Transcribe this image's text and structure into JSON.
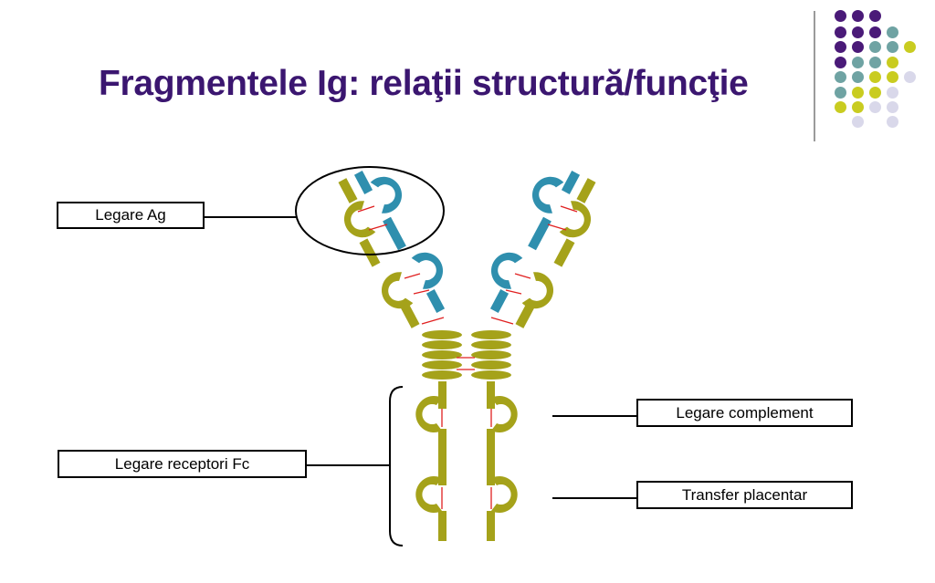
{
  "slide": {
    "title": "Fragmentele Ig: relaţii structură/funcţie"
  },
  "labels": {
    "antigen_binding": "Legare Ag",
    "fc_receptor_binding": "Legare receptori Fc",
    "complement_binding": "Legare complement",
    "placental_transfer": "Transfer placentar"
  },
  "colors": {
    "title": "#3b1670",
    "heavy_chain": "#a5a21a",
    "light_chain": "#2f8fae",
    "disulfide_bond": "#e02020",
    "dot_purple": "#4a1a78",
    "dot_teal": "#6fa3a3",
    "dot_yellow": "#c9cc20",
    "dot_lavender": "#d9d8ea"
  }
}
